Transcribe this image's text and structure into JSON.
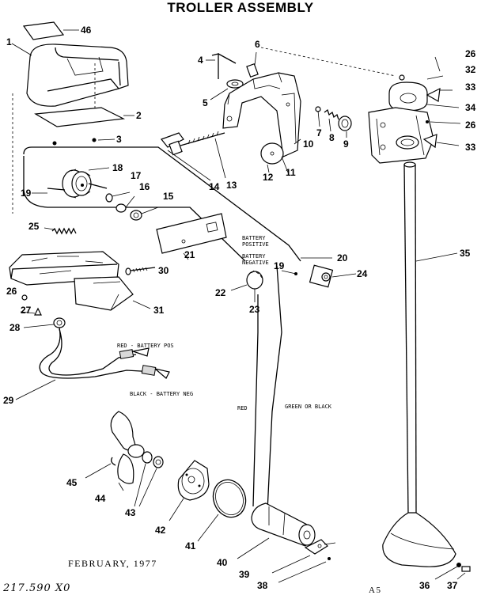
{
  "title": "TROLLER ASSEMBLY",
  "part_numbers": [
    "1",
    "2",
    "3",
    "4",
    "5",
    "6",
    "7",
    "8",
    "9",
    "10",
    "11",
    "12",
    "13",
    "14",
    "15",
    "16",
    "17",
    "18",
    "19",
    "19",
    "20",
    "21",
    "22",
    "23",
    "24",
    "25",
    "26",
    "26",
    "26",
    "27",
    "28",
    "29",
    "30",
    "31",
    "32",
    "33",
    "33",
    "34",
    "35",
    "36",
    "37",
    "38",
    "39",
    "40",
    "41",
    "42",
    "43",
    "44",
    "45",
    "46"
  ],
  "wire_labels": {
    "battery_positive": "BATTERY POSITIVE",
    "battery_negative": "BATTERY NEGATIVE",
    "red_battery_pos": "RED - BATTERY POS",
    "black_battery_neg": "BLACK - BATTERY NEG",
    "red": "RED",
    "green_or_black": "GREEN OR BLACK"
  },
  "footer": {
    "date": "FEBRUARY, 1977",
    "catalog_number": "217.590 X0",
    "page_code": "A5"
  }
}
